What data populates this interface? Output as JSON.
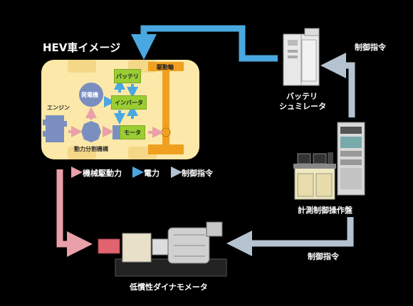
{
  "title": "HEV車イメージ",
  "hev": {
    "engine": "エンジン",
    "generator": "発電機",
    "battery": "バッテリ",
    "inverter": "インバータ",
    "motor": "モータ",
    "power_split": "動力分割機構",
    "drive_shaft": "駆動輪"
  },
  "legend": {
    "mechanical": "機械駆動力",
    "electric": "電力",
    "control": "制御指令"
  },
  "components": {
    "battery_simulator_line1": "バッテリ",
    "battery_simulator_line2": "シュミレータ",
    "control_panel": "計測制御操作盤",
    "dynamometer": "低慣性ダイナモメータ"
  },
  "signals": {
    "top_right": "制御指令",
    "bottom_right": "制御指令"
  },
  "colors": {
    "mechanical": "#e9a0a8",
    "electric": "#4aa8e0",
    "control": "#b4c3cf",
    "hev_bg": "#fce8a8",
    "drive": "#f0a020"
  }
}
